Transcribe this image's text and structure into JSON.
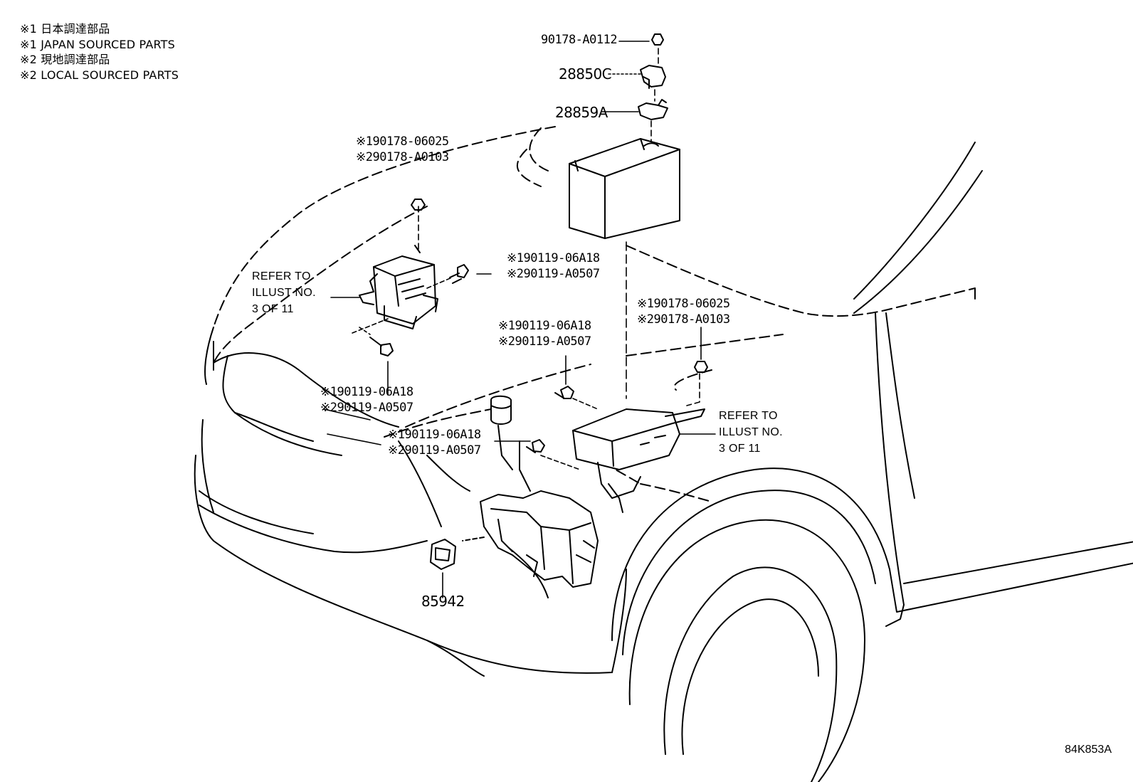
{
  "notes": [
    "※1 日本調達部品",
    "※1 JAPAN SOURCED PARTS",
    "※2 現地調達部品",
    "※2 LOCAL SOURCED PARTS"
  ],
  "callouts": {
    "nut_top": "90178-A0112",
    "clamp_upper": "28850C",
    "clamp_lower": "28859A",
    "nut_left_1": "※190178-06025",
    "nut_left_2": "※290178-A0103",
    "bolt_relay_1": "※190119-06A18",
    "bolt_relay_2": "※290119-A0507",
    "bolt_lower_left_1": "※190119-06A18",
    "bolt_lower_left_2": "※290119-A0507",
    "nut_right_1": "※190178-06025",
    "nut_right_2": "※290178-A0103",
    "bolt_mid_1": "※190119-06A18",
    "bolt_mid_2": "※290119-A0507",
    "bolt_center_1": "※190119-06A18",
    "bolt_center_2": "※290119-A0507",
    "sensor": "85942"
  },
  "refer_left": [
    "REFER TO",
    "ILLUST NO.",
    "3 OF 11"
  ],
  "refer_right": [
    "REFER TO",
    "ILLUST NO.",
    "3 OF 11"
  ],
  "figure_id": "84K853A"
}
